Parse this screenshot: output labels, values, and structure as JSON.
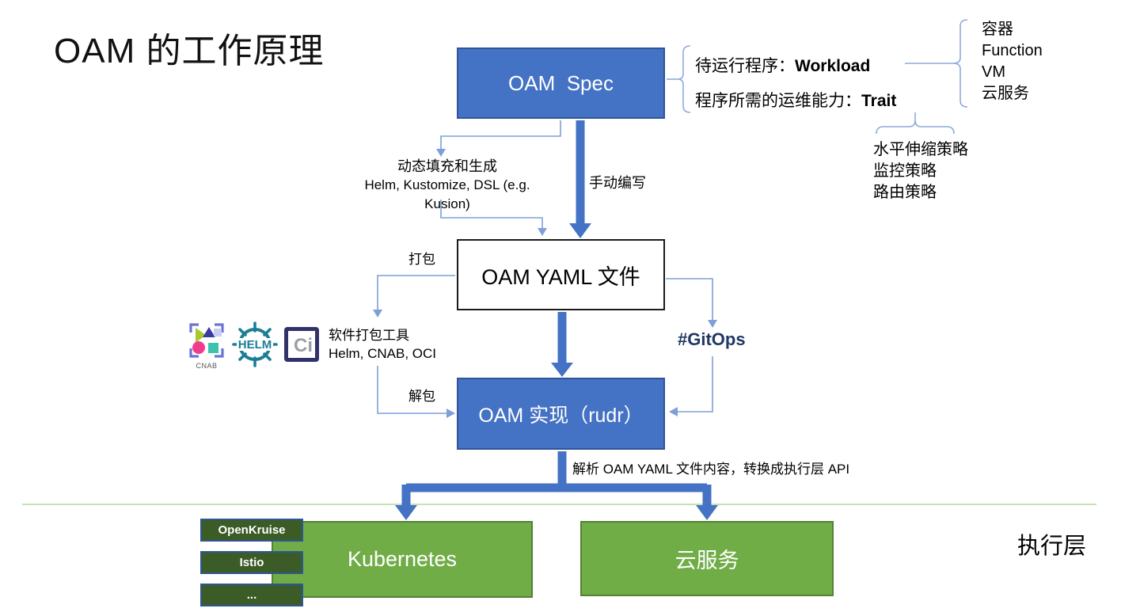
{
  "title": "OAM 的工作原理",
  "nodes": {
    "oam_spec": {
      "label": "OAM  Spec"
    },
    "oam_yaml": {
      "label": "OAM YAML 文件"
    },
    "oam_impl": {
      "label": "OAM 实现（rudr）"
    },
    "kubernetes": {
      "label": "Kubernetes"
    },
    "cloud_service": {
      "label": "云服务"
    }
  },
  "plugins": [
    "OpenKruise",
    "Istio",
    "..."
  ],
  "annotations": {
    "workload_prefix": "待运行程序：",
    "workload_bold": "Workload",
    "trait_prefix": "程序所需的运维能力：",
    "trait_bold": "Trait",
    "workload_types": [
      "容器",
      "Function",
      "VM",
      "云服务"
    ],
    "trait_examples": [
      "水平伸缩策略",
      "监控策略",
      "路由策略"
    ]
  },
  "edge_labels": {
    "manual": "手动编写",
    "generate_title": "动态填充和生成",
    "generate_tools": "Helm, Kustomize, DSL (e.g. Kusion)",
    "pack": "打包",
    "unpack": "解包",
    "pack_tools_title": "软件打包工具",
    "pack_tools_list": "Helm, CNAB, OCI",
    "gitops": "#GitOps",
    "parse": "解析 OAM YAML 文件内容，转换成执行层 API"
  },
  "layer_label": "执行层",
  "icons": {
    "cnab_label": "CNAB",
    "helm_text": "HELM",
    "oci_text": "Ci"
  },
  "colors": {
    "node_blue": "#4472C4",
    "node_blue_border": "#2F5597",
    "thick_arrow": "#4472C4",
    "thin_arrow": "#7E9FD8",
    "node_green": "#70AD47",
    "node_green_border": "#538135",
    "plugin_green": "#3B5C26",
    "separator_green": "#C5E0B4",
    "gitops_navy": "#1F3864",
    "helm_teal": "#1B7E96",
    "oci_navy": "#32326B",
    "cnab_pink": "#EE3D8F"
  }
}
